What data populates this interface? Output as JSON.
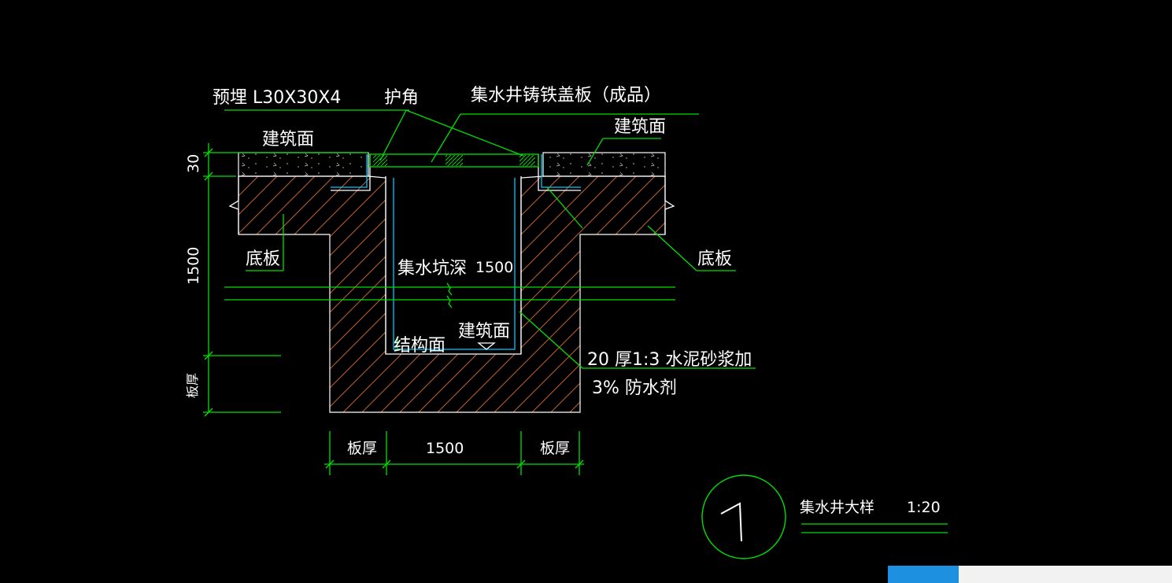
{
  "colors": {
    "background": "#000000",
    "line_green": "#00e000",
    "line_cyan": "#00c8ff",
    "hatch_concrete": "#c0603a",
    "text": "#ffffff",
    "taskbar_blue": "#1e90e0",
    "taskbar_white": "#f2f2f2"
  },
  "labels": {
    "embed": "预埋 L30X30X4",
    "corner_guard": "护角",
    "cover_plate": "集水井铸铁盖板",
    "finished_product": "（成品）",
    "arch_surface_left": "建筑面",
    "arch_surface_right": "建筑面",
    "arch_surface_bottom": "建筑面",
    "base_slab_left": "底板",
    "base_slab_right": "底板",
    "pit_depth": "集水坑深",
    "pit_depth_value": "1500",
    "structural_surface": "结构面",
    "mortar_line1": "20  厚1:3  水泥砂浆加",
    "mortar_line2": "3% 防水剂"
  },
  "dimensions": {
    "top_layer": "30",
    "depth": "1500",
    "slab_thickness_vertical": "板厚",
    "slab_thickness_left": "板厚",
    "inner_width": "1500",
    "slab_thickness_right": "板厚"
  },
  "title_block": {
    "detail_number": "1",
    "title": "集水井大样",
    "scale": "1:20"
  }
}
